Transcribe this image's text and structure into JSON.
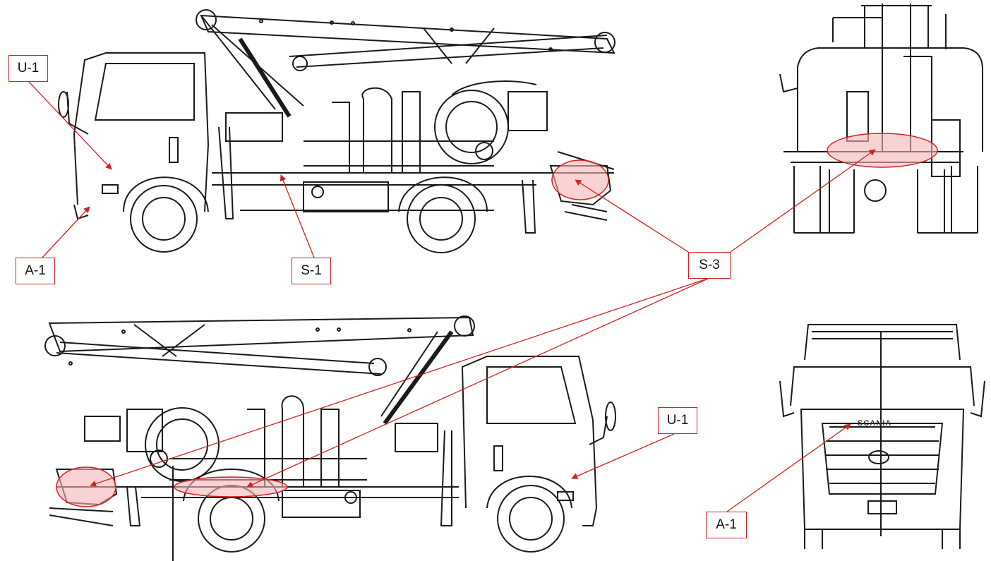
{
  "labels": {
    "u1_top": "U-1",
    "a1_left": "A-1",
    "s1": "S-1",
    "s3": "S-3",
    "u1_bottom": "U-1",
    "a1_right": "A-1"
  },
  "colors": {
    "callout": "#d42020",
    "highlight_fill": "#f5b5b5",
    "line_art": "#1a1a1a"
  },
  "icons": {
    "pointer": "arrowhead",
    "truck": "aerial-platform-truck-line-drawing"
  }
}
